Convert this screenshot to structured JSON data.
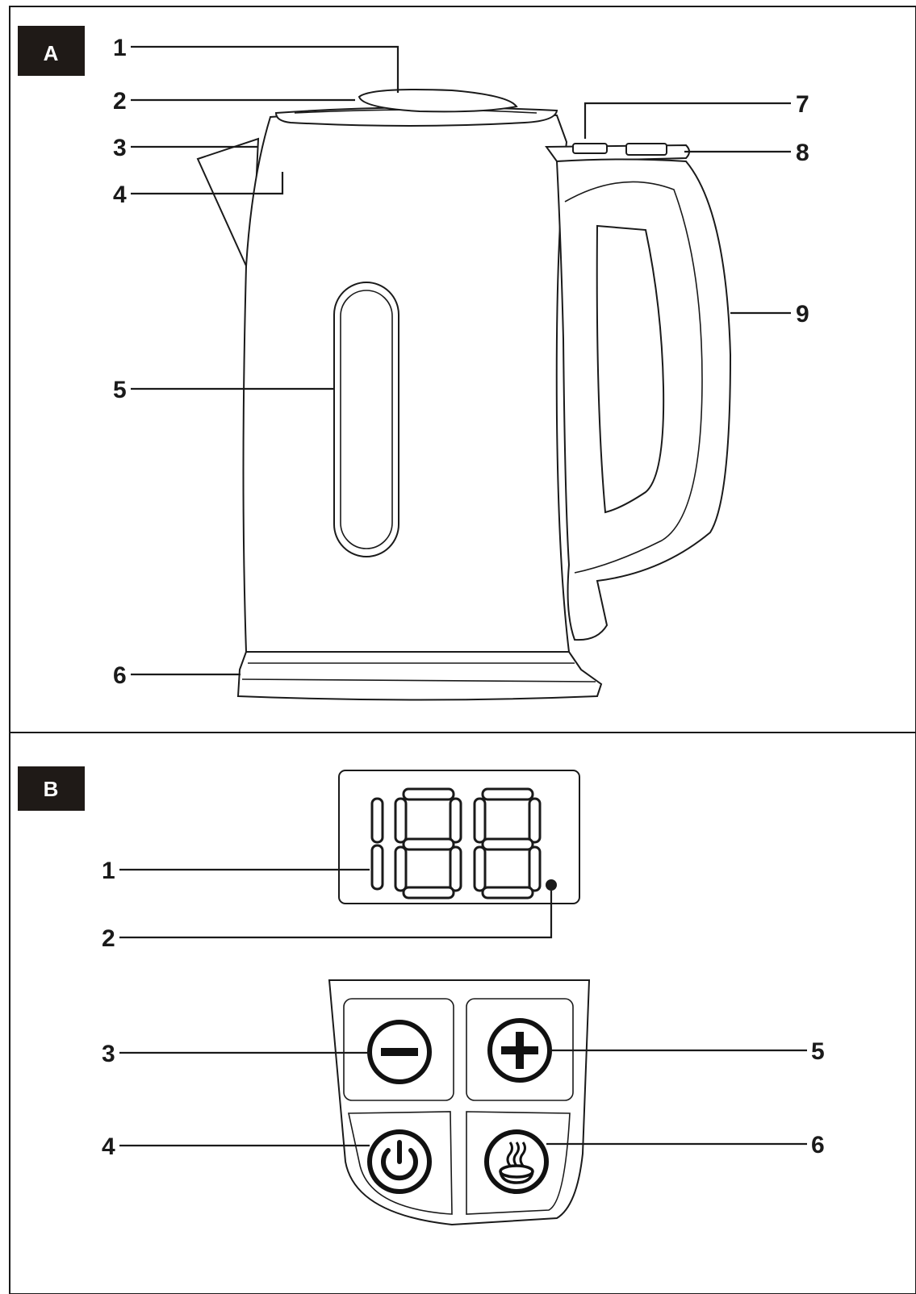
{
  "sections": {
    "a": {
      "tag": "A",
      "callouts": [
        {
          "num": "1",
          "part": "lid-button"
        },
        {
          "num": "2",
          "part": "lid"
        },
        {
          "num": "3",
          "part": "spout"
        },
        {
          "num": "4",
          "part": "body-top"
        },
        {
          "num": "5",
          "part": "water-window"
        },
        {
          "num": "6",
          "part": "base"
        },
        {
          "num": "7",
          "part": "control-display"
        },
        {
          "num": "8",
          "part": "control-buttons"
        },
        {
          "num": "9",
          "part": "handle"
        }
      ]
    },
    "b": {
      "tag": "B",
      "display_digits": "188",
      "callouts": [
        {
          "num": "1",
          "part": "digit-display"
        },
        {
          "num": "2",
          "part": "indicator-dot"
        },
        {
          "num": "3",
          "part": "minus-button"
        },
        {
          "num": "4",
          "part": "power-button"
        },
        {
          "num": "5",
          "part": "plus-button"
        },
        {
          "num": "6",
          "part": "keep-warm-button"
        }
      ]
    }
  },
  "icons": [
    "minus-icon",
    "plus-icon",
    "power-icon",
    "steam-bowl-icon"
  ],
  "colors": {
    "line": "#1a1a1a",
    "tag_bg": "#1f1a17",
    "paper": "#ffffff"
  }
}
